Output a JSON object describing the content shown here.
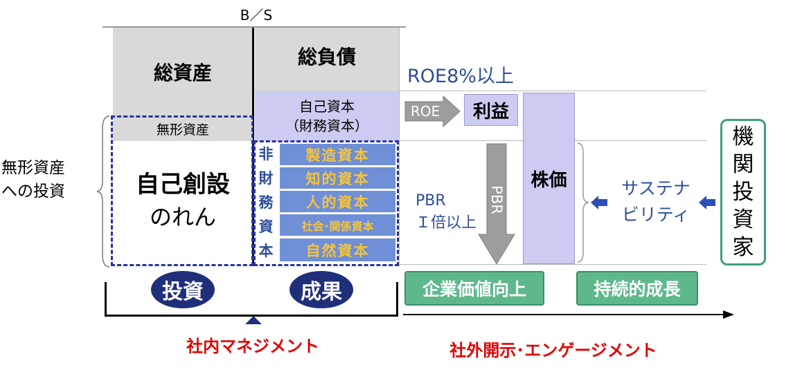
{
  "bs_title": "B／S",
  "total_assets": "総資産",
  "total_liabilities": "総負債",
  "equity_line1": "自己資本",
  "equity_line2": "（財務資本）",
  "intangible_assets": "無形資産",
  "goodwill_line1": "自己創設",
  "goodwill_line2": "のれん",
  "left_label_line1": "無形資産",
  "left_label_line2": "への投資",
  "non_financial_label": [
    "非",
    "財",
    "務",
    "資",
    "本"
  ],
  "non_financial_items": [
    "製造資本",
    "知的資本",
    "人的資本",
    "社会･関係資本",
    "自然資本"
  ],
  "roe_target": "ROE8%以上",
  "roe_arrow": "ROE",
  "profit": "利益",
  "stock_price": "株価",
  "pbr_arrow": "PBR",
  "pbr_line1": "PBR",
  "pbr_line2": "Ｉ倍以上",
  "sustainability_line1": "サステナ",
  "sustainability_line2": "ビリティ",
  "investor": [
    "機",
    "関",
    "投",
    "資",
    "家"
  ],
  "investment": "投資",
  "result": "成果",
  "corp_value": "企業価値向上",
  "sustainable_growth": "持続的成長",
  "internal_mgmt": "社内マネジメント",
  "external": "社外開示･エンゲージメント",
  "colors": {
    "navy": "#1f2f7a",
    "dash": "#2b2f9e",
    "green": "#5fb88c",
    "red": "#e30000",
    "lavender": "#ccccf2",
    "gray": "#d9d9d9",
    "nfc_blue": "#6f8fd6",
    "nfc_text": "#f5c43c"
  }
}
